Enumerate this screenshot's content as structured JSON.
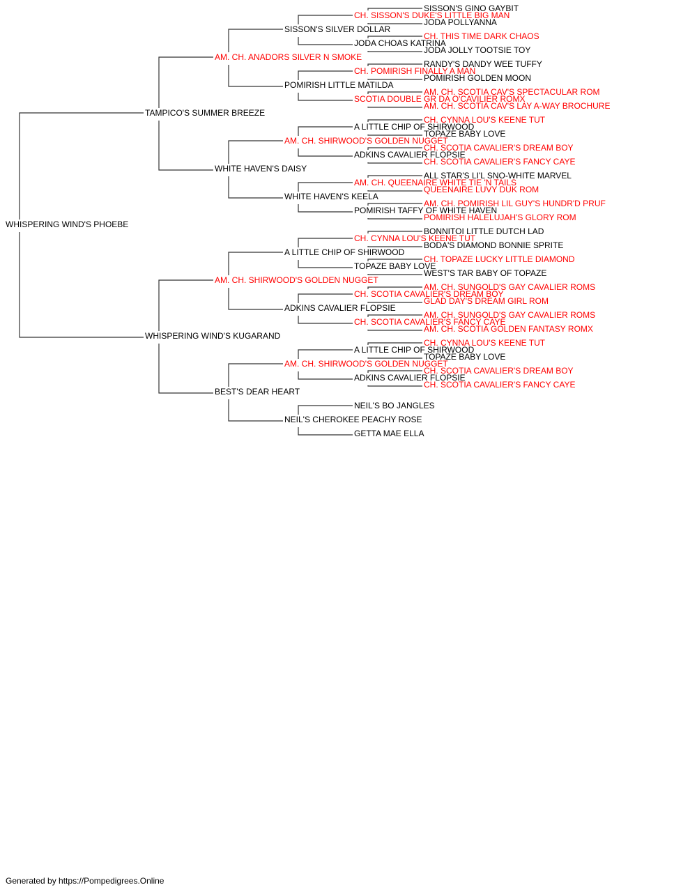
{
  "colors": {
    "champion": "#ff0000",
    "regular": "#000000",
    "connector": "#333333"
  },
  "tree": {
    "name": "WHISPERING WIND'S PHOEBE",
    "champion": false,
    "sire": {
      "name": "TAMPICO'S SUMMER BREEZE",
      "champion": false,
      "sire": {
        "name": "AM. CH. ANADORS SILVER N SMOKE",
        "champion": true,
        "sire": {
          "name": "SISSON'S SILVER DOLLAR",
          "champion": false,
          "sire": {
            "name": "CH. SISSON'S DUKE'S LITTLE BIG MAN",
            "champion": true,
            "sire": {
              "name": "SISSON'S GINO GAYBIT",
              "champion": false
            },
            "dam": {
              "name": "JODA POLLYANNA",
              "champion": false
            }
          },
          "dam": {
            "name": "JODA CHOAS KATRINA",
            "champion": false,
            "sire": {
              "name": "CH. THIS TIME DARK CHAOS",
              "champion": true
            },
            "dam": {
              "name": "JODA JOLLY TOOTSIE TOY",
              "champion": false
            }
          }
        },
        "dam": {
          "name": "POMIRISH LITTLE MATILDA",
          "champion": false,
          "sire": {
            "name": "CH. POMIRISH FINALLY A MAN",
            "champion": true,
            "sire": {
              "name": "RANDY'S DANDY WEE TUFFY",
              "champion": false
            },
            "dam": {
              "name": "POMIRISH GOLDEN MOON",
              "champion": false
            }
          },
          "dam": {
            "name": "SCOTIA DOUBLE GR DA O'CAVILIER ROMX",
            "champion": true,
            "sire": {
              "name": "AM. CH. SCOTIA CAV'S SPECTACULAR ROM",
              "champion": true
            },
            "dam": {
              "name": "AM. CH. SCOTIA CAV'S LAY A-WAY BROCHURE",
              "champion": true
            }
          }
        }
      },
      "dam": {
        "name": "WHITE HAVEN'S DAISY",
        "champion": false,
        "sire": {
          "name": "AM. CH. SHIRWOOD'S GOLDEN NUGGET",
          "champion": true,
          "sire": {
            "name": "A LITTLE CHIP OF SHIRWOOD",
            "champion": false,
            "sire": {
              "name": "CH. CYNNA LOU'S KEENE TUT",
              "champion": true
            },
            "dam": {
              "name": "TOPAZE BABY LOVE",
              "champion": false
            }
          },
          "dam": {
            "name": "ADKINS CAVALIER FLOPSIE",
            "champion": false,
            "sire": {
              "name": "CH. SCOTIA CAVALIER'S DREAM BOY",
              "champion": true
            },
            "dam": {
              "name": "CH. SCOTIA CAVALIER'S FANCY CAYE",
              "champion": true
            }
          }
        },
        "dam": {
          "name": "WHITE HAVEN'S KEELA",
          "champion": false,
          "sire": {
            "name": "AM. CH. QUEENAIRE WHITE TIE 'N TAILS",
            "champion": true,
            "sire": {
              "name": "ALL STAR'S LI'L SNO-WHITE MARVEL",
              "champion": false
            },
            "dam": {
              "name": "QUEENAIRE LUVY DUK ROM",
              "champion": true
            }
          },
          "dam": {
            "name": "POMIRISH TAFFY OF WHITE HAVEN",
            "champion": false,
            "sire": {
              "name": "AM. CH. POMIRISH LIL GUY'S HUNDR'D PRUF",
              "champion": true
            },
            "dam": {
              "name": "POMIRISH HALELUJAH'S GLORY ROM",
              "champion": true
            }
          }
        }
      }
    },
    "dam": {
      "name": "WHISPERING WIND'S KUGARAND",
      "champion": false,
      "sire": {
        "name": "AM. CH. SHIRWOOD'S GOLDEN NUGGET",
        "champion": true,
        "sire": {
          "name": "A LITTLE CHIP OF SHIRWOOD",
          "champion": false,
          "sire": {
            "name": "CH. CYNNA LOU'S KEENE TUT",
            "champion": true,
            "sire": {
              "name": "BONNITOI LITTLE DUTCH LAD",
              "champion": false
            },
            "dam": {
              "name": "BODA'S DIAMOND BONNIE SPRITE",
              "champion": false
            }
          },
          "dam": {
            "name": "TOPAZE BABY LOVE",
            "champion": false,
            "sire": {
              "name": "CH. TOPAZE LUCKY LITTLE DIAMOND",
              "champion": true
            },
            "dam": {
              "name": "WEST'S TAR BABY OF TOPAZE",
              "champion": false
            }
          }
        },
        "dam": {
          "name": "ADKINS CAVALIER FLOPSIE",
          "champion": false,
          "sire": {
            "name": "CH. SCOTIA CAVALIER'S DREAM BOY",
            "champion": true,
            "sire": {
              "name": "AM. CH. SUNGOLD'S GAY CAVALIER ROMS",
              "champion": true
            },
            "dam": {
              "name": "GLAD DAY'S DREAM GIRL ROM",
              "champion": true
            }
          },
          "dam": {
            "name": "CH. SCOTIA CAVALIER'S FANCY CAYE",
            "champion": true,
            "sire": {
              "name": "AM. CH. SUNGOLD'S GAY CAVALIER ROMS",
              "champion": true
            },
            "dam": {
              "name": "AM. CH. SCOTIA GOLDEN FANTASY ROMX",
              "champion": true
            }
          }
        }
      },
      "dam": {
        "name": "BEST'S DEAR HEART",
        "champion": false,
        "sire": {
          "name": "AM. CH. SHIRWOOD'S GOLDEN NUGGET",
          "champion": true,
          "sire": {
            "name": "A LITTLE CHIP OF SHIRWOOD",
            "champion": false,
            "sire": {
              "name": "CH. CYNNA LOU'S KEENE TUT",
              "champion": true
            },
            "dam": {
              "name": "TOPAZE BABY LOVE",
              "champion": false
            }
          },
          "dam": {
            "name": "ADKINS CAVALIER FLOPSIE",
            "champion": false,
            "sire": {
              "name": "CH. SCOTIA CAVALIER'S DREAM BOY",
              "champion": true
            },
            "dam": {
              "name": "CH. SCOTIA CAVALIER'S FANCY CAYE",
              "champion": true
            }
          }
        },
        "dam": {
          "name": "NEIL'S CHEROKEE PEACHY ROSE",
          "champion": false,
          "sire": {
            "name": "NEIL'S BO JANGLES",
            "champion": false
          },
          "dam": {
            "name": "GETTA MAE ELLA",
            "champion": false
          }
        }
      }
    }
  },
  "footer": {
    "text": "Generated by https://Pompedigrees.Online"
  }
}
